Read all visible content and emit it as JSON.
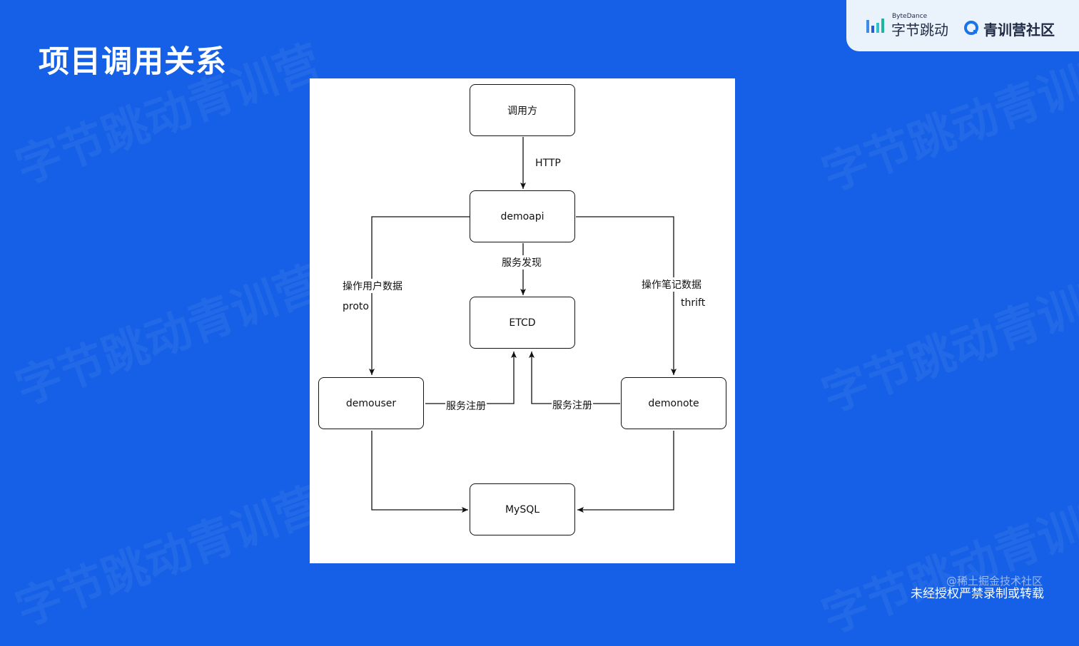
{
  "slide": {
    "title": "项目调用关系",
    "footer_notice": "未经授权严禁录制或转载",
    "footer_credit": "@稀土掘金技术社区",
    "background_color": "#1560e6"
  },
  "logos": {
    "bytedance_small": "ByteDance",
    "bytedance_cn": "字节跳动",
    "qingxun": "青训营社区"
  },
  "diagram": {
    "nodes": {
      "caller": "调用方",
      "demoapi": "demoapi",
      "etcd": "ETCD",
      "demouser": "demouser",
      "demonote": "demonote",
      "mysql": "MySQL"
    },
    "edges": {
      "caller_to_api": "HTTP",
      "api_to_etcd": "服务发现",
      "api_to_user_line1": "操作用户数据",
      "api_to_user_line2": "proto",
      "api_to_note_line1": "操作笔记数据",
      "api_to_note_line2": "thrift",
      "user_register": "服务注册",
      "note_register": "服务注册"
    }
  }
}
